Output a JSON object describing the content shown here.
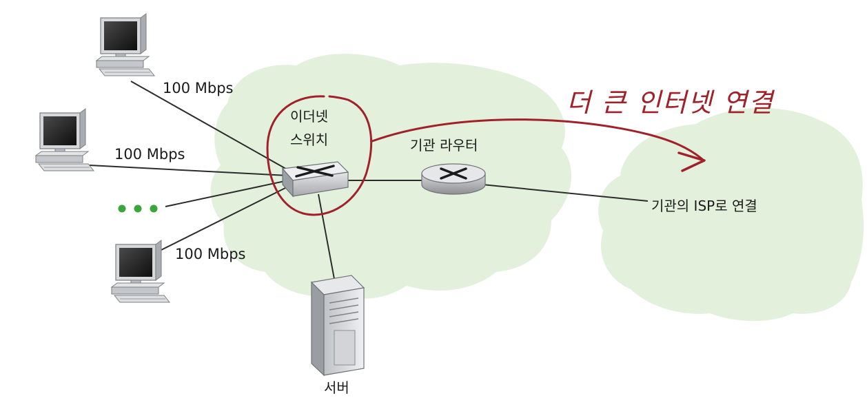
{
  "labels": {
    "link_speed_1": "100 Mbps",
    "link_speed_2": "100 Mbps",
    "link_speed_3": "100 Mbps",
    "ethernet_switch_line1": "이더넷",
    "ethernet_switch_line2": "스위치",
    "institutional_router": "기관 라우터",
    "server": "서버",
    "isp_link": "기관의 ISP로 연결",
    "annotation": "더 큰 인터넷 연결"
  },
  "colors": {
    "cloud": "#e3f1dc",
    "annotation": "#a1212a",
    "link": "#2b2b2b",
    "ellipsis_dots": "#3aa63a"
  },
  "icons": [
    "computer-icon",
    "ethernet-switch-icon",
    "router-icon",
    "server-icon"
  ]
}
